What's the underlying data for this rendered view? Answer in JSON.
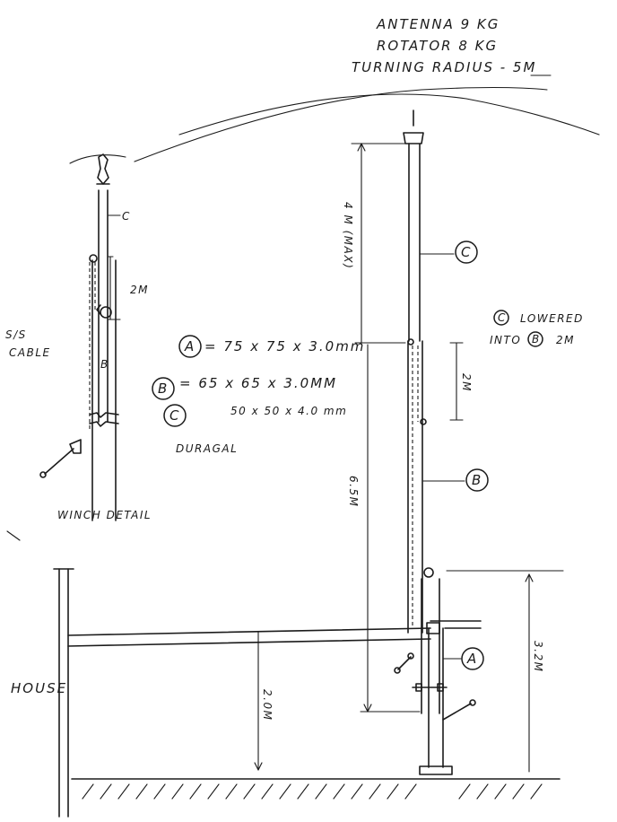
{
  "specs": {
    "line1": "ANTENNA  9 KG",
    "line2": "ROTATOR  8 KG",
    "line3": "TURNING RADIUS - 5M"
  },
  "materials": {
    "a_letter": "A",
    "a_dims": "= 75 x 75 x 3.0mm",
    "b_letter": "B",
    "b_dims": "= 65 x 65 x 3.0MM",
    "c_letter": "C",
    "c_dims": "50 x 50 x 4.0 mm",
    "finish": "DURAGAL"
  },
  "winch_detail": {
    "title": "WINCH DETAIL",
    "cable_line1": "S/S",
    "cable_line2": "CABLE",
    "label_c": "C",
    "label_b": "B",
    "dim_2m": "2M"
  },
  "mast": {
    "section_c": "C",
    "section_b": "B",
    "section_a": "A",
    "dim_top": "4 M (MAX)",
    "dim_mid": "6.5M",
    "dim_overlap": "2M",
    "dim_right": "3.2M",
    "dim_house": "2.0M",
    "note_line1": "LOWERED",
    "note_line2": "INTO",
    "note_into_letter": "B",
    "note_dist": "2M",
    "note_c_letter": "C"
  },
  "house": {
    "label": "HOUSE"
  }
}
